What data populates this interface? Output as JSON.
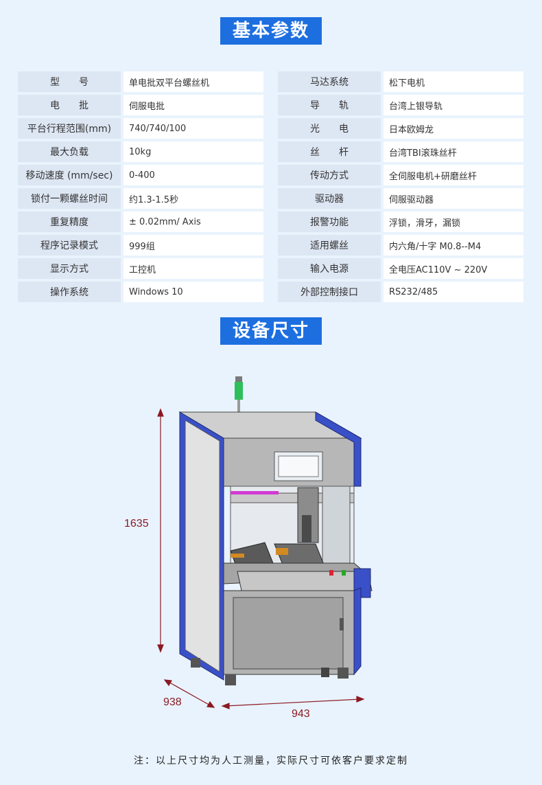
{
  "section1_title": "基本参数",
  "section2_title": "设备尺寸",
  "left_specs": [
    {
      "label": "型　　号",
      "value": "单电批双平台螺丝机"
    },
    {
      "label": "电　　批",
      "value": "伺服电批"
    },
    {
      "label": "平台行程范围(mm)",
      "value": "740/740/100"
    },
    {
      "label": "最大负载",
      "value": "10kg"
    },
    {
      "label": "移动速度 (mm/sec)",
      "value": "0-400"
    },
    {
      "label": "锁付一颗螺丝时间",
      "value": "约1.3-1.5秒"
    },
    {
      "label": "重复精度",
      "value": "± 0.02mm/ Axis"
    },
    {
      "label": "程序记录模式",
      "value": "999组"
    },
    {
      "label": "显示方式",
      "value": "工控机"
    },
    {
      "label": "操作系统",
      "value": "Windows 10"
    }
  ],
  "right_specs": [
    {
      "label": "马达系统",
      "value": "松下电机"
    },
    {
      "label": "导　　轨",
      "value": "台湾上银导轨"
    },
    {
      "label": "光　　电",
      "value": "日本欧姆龙"
    },
    {
      "label": "丝　　杆",
      "value": "台湾TBI滚珠丝杆"
    },
    {
      "label": "传动方式",
      "value": "全伺服电机+研磨丝杆"
    },
    {
      "label": "驱动器",
      "value": "伺服驱动器"
    },
    {
      "label": "报警功能",
      "value": "浮锁，滑牙，漏锁"
    },
    {
      "label": "适用螺丝",
      "value": "内六角/十字 M0.8--M4"
    },
    {
      "label": "输入电源",
      "value": "全电压AC110V ~ 220V"
    },
    {
      "label": "外部控制接口",
      "value": "RS232/485"
    }
  ],
  "dimensions": {
    "height": "1635",
    "depth": "938",
    "width": "943"
  },
  "note": "注：以上尺寸均为人工测量，实际尺寸可依客户要求定制",
  "colors": {
    "accent": "#1d6fe0",
    "dimension": "#8b1a22",
    "frame_blue": "#3a50c8"
  }
}
